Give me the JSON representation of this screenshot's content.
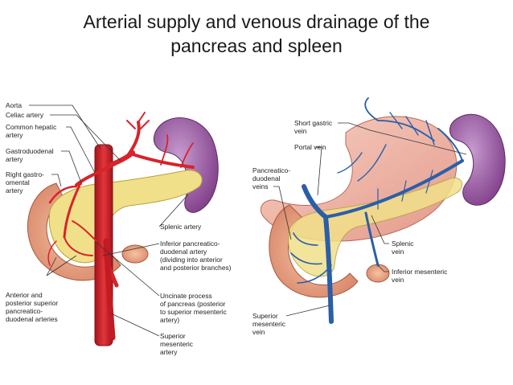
{
  "title": {
    "line1": "Arterial supply and venous drainage of the",
    "line2": "pancreas and spleen"
  },
  "arterial": {
    "aorta": [
      "Aorta"
    ],
    "celiac": [
      "Celiac artery"
    ],
    "common_hepatic": [
      "Common hepatic",
      "artery"
    ],
    "gastroduodenal": [
      "Gastroduodenal",
      "artery"
    ],
    "right_gastroomental": [
      "Right gastro-",
      "omental",
      "artery"
    ],
    "splenic_artery": [
      "Splenic artery"
    ],
    "inferior_pd": [
      "Inferior pancreatico-",
      "duodenal artery",
      "(dividing into anterior",
      "and posterior branches)"
    ],
    "ant_post_superior": [
      "Anterior and",
      "posterior superior",
      "pancreatico-",
      "duodenal arteries"
    ],
    "uncinate": [
      "Uncinate process",
      "of pancreas (posterior",
      "to superior mesenteric",
      "artery)"
    ],
    "sma": [
      "Superior",
      "mesenteric",
      "artery"
    ]
  },
  "venous": {
    "short_gastric": [
      "Short gastric",
      "vein"
    ],
    "portal": [
      "Portal vein"
    ],
    "pd_veins": [
      "Pancreatico-",
      "duodenal",
      "veins"
    ],
    "splenic_vein": [
      "Splenic",
      "vein"
    ],
    "imv": [
      "Inferior mesenteric",
      "vein"
    ],
    "smv": [
      "Superior",
      "mesenteric",
      "vein"
    ]
  },
  "colors": {
    "artery": "#d8232a",
    "vein": "#2a5fa8",
    "spleen": "#9b4d9e",
    "pancreas": "#f1e08a",
    "duodenum": "#e8a27f",
    "stomach": "#f2b7a6"
  }
}
